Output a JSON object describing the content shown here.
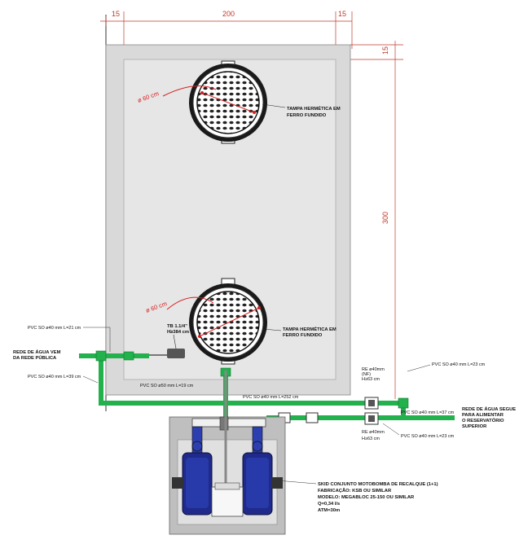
{
  "dimensions": {
    "top_left": "15",
    "top_center": "200",
    "top_right": "15",
    "right_top": "15",
    "right_main": "300"
  },
  "manholes": [
    {
      "diameter": "ø 60 cm",
      "label_line1": "TAMPA HERMÉTICA EM",
      "label_line2": "FERRO FUNDIDO"
    },
    {
      "diameter": "ø 60 cm",
      "label_line1": "TAMPA HERMÉTICA EM",
      "label_line2": "FERRO FUNDIDO"
    }
  ],
  "float_valve": {
    "line1": "TB 1.1/4\"",
    "line2": "H≥384 cm"
  },
  "pipes": {
    "inlet_top": "PVC SO ø40 mm L=21 cm",
    "inlet_bottom": "PVC SO ø40 mm L=39 cm",
    "suction": "PVC SO ø50 mm L=19 cm",
    "main": "PVC SO ø40 mm L=252 cm",
    "right_top": "PVC SO ø40 mm L=23 cm",
    "right_mid": "PVC SO ø40 mm L=37 cm",
    "right_bottom": "PVC SO ø40 mm L=23 cm"
  },
  "valves": {
    "re1_line1": "RE ø40mm",
    "re1_line2": "(NF)",
    "re1_line3": "H≥63 cm",
    "re2_line1": "RE ø40mm",
    "re2_line2": "H≥63 cm"
  },
  "labels": {
    "inlet_line1": "REDE DE ÁGUA VEM",
    "inlet_line2": "DA REDE PÚBLICA",
    "outlet_line1": "REDE DE ÁGUA SEGUE",
    "outlet_line2": "PARA ALIMENTAR",
    "outlet_line3": "O RESERVATÓRIO",
    "outlet_line4": "SUPERIOR"
  },
  "pump_skid": {
    "line1": "SKID CONJUNTO MOTOBOMBA DE RECALQUE (1+1)",
    "line2": "FABRICAÇÃO: KSB OU SIMILAR",
    "line3": "MODELO: MEGABLOC 25-150 OU SIMILAR",
    "line4": "Q=0,34 l/s",
    "line5": "ATM=30m"
  },
  "colors": {
    "pipe": "#22b14c",
    "dimension": "#c0392b",
    "tank_outer": "#d9d9d9",
    "tank_inner": "#e6e6e6",
    "pump": "#1f2a8a"
  }
}
